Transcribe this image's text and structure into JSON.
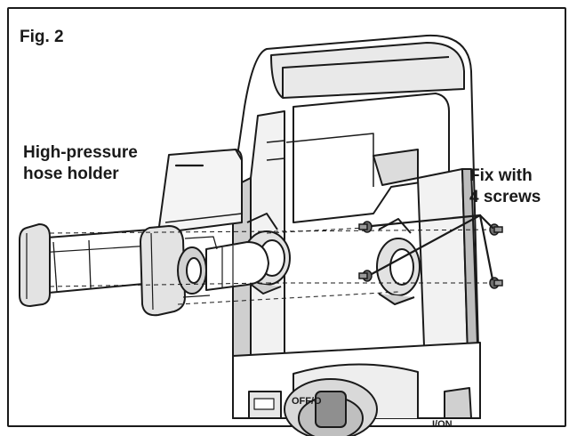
{
  "figure": {
    "title": "Fig. 2"
  },
  "labels": {
    "hose_holder_line1": "High-pressure",
    "hose_holder_line2": "hose holder",
    "screws_line1": "Fix with",
    "screws_line2": "4 screws"
  },
  "switch": {
    "off_text": "OFF/O",
    "on_text": "I/ON"
  },
  "colors": {
    "line": "#1a1a1a",
    "fill_light": "#ffffff",
    "fill_shade": "#d6d6d6",
    "fill_dark": "#9a9a9a"
  }
}
